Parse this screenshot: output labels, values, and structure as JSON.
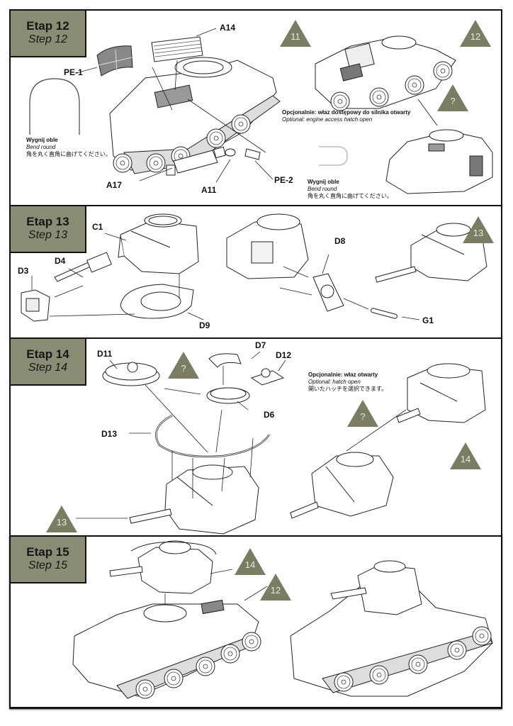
{
  "page": {
    "accent_color": "#8a8d74",
    "badge_color": "#7b7d62"
  },
  "steps": [
    {
      "etap": "Etap 12",
      "step": "Step 12",
      "parts": [
        "PE-1",
        "A14",
        "A17",
        "A11",
        "PE-2"
      ],
      "badges": [
        "11",
        "12",
        "?"
      ],
      "bend_note": {
        "pl": "Wygnij oble",
        "en": "Bend round",
        "jp": "角を丸く直角に曲げてください。"
      },
      "bend_note_2": {
        "pl": "Wygnij oble",
        "en": "Bend round",
        "jp": "角を丸く直角に曲げてください。"
      },
      "optional_note": {
        "pl": "Opcjonalnie: właz dostępowy do silnika otwarty",
        "en": "Optional: engine access hatch open"
      }
    },
    {
      "etap": "Etap 13",
      "step": "Step 13",
      "parts": [
        "C1",
        "D4",
        "D3",
        "D9",
        "D8",
        "G1"
      ],
      "badges": [
        "13"
      ]
    },
    {
      "etap": "Etap 14",
      "step": "Step 14",
      "parts": [
        "D11",
        "D7",
        "D12",
        "D6",
        "D13"
      ],
      "badges": [
        "?",
        "13",
        "?",
        "14"
      ],
      "optional_note": {
        "pl": "Opcjonalnie: właz otwarty",
        "en": "Optional: hatch open",
        "jp": "開いたハッチを選択できます。"
      }
    },
    {
      "etap": "Etap 15",
      "step": "Step 15",
      "parts": [],
      "badges": [
        "14",
        "12"
      ]
    }
  ]
}
